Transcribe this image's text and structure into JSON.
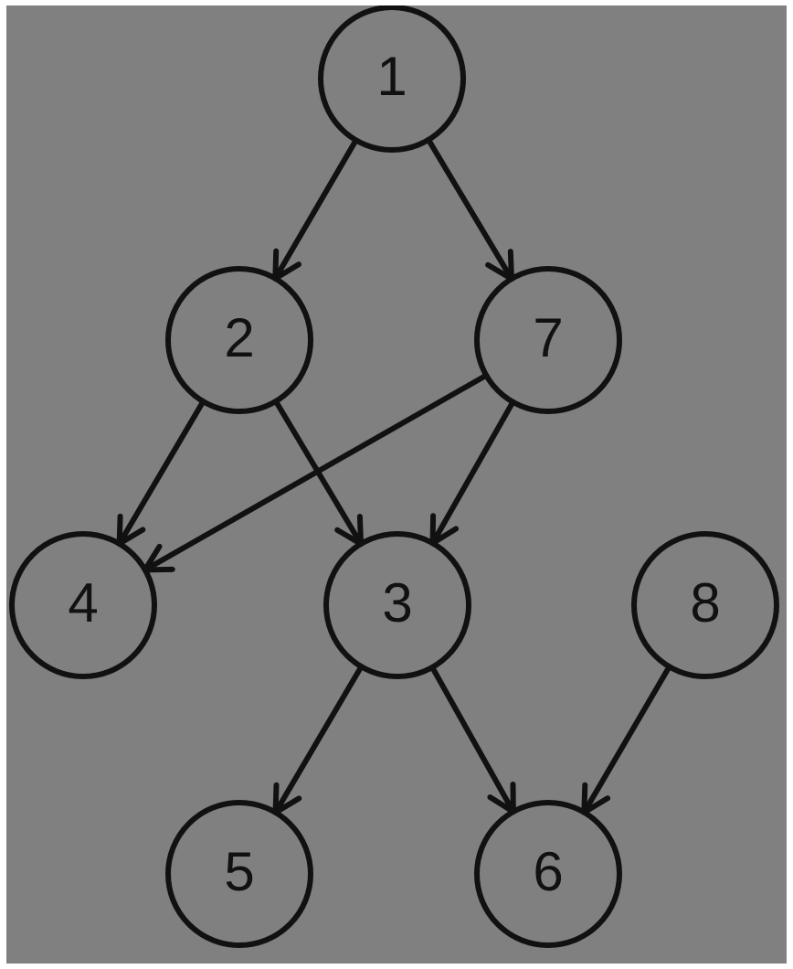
{
  "colors": {
    "background": "#808080",
    "stroke": "#111111",
    "label": "#111111"
  },
  "nodes": [
    {
      "id": "n1",
      "label": "1"
    },
    {
      "id": "n2",
      "label": "2"
    },
    {
      "id": "n7",
      "label": "7"
    },
    {
      "id": "n4",
      "label": "4"
    },
    {
      "id": "n3",
      "label": "3"
    },
    {
      "id": "n8",
      "label": "8"
    },
    {
      "id": "n5",
      "label": "5"
    },
    {
      "id": "n6",
      "label": "6"
    }
  ],
  "edges": [
    {
      "from": "1",
      "to": "2"
    },
    {
      "from": "1",
      "to": "7"
    },
    {
      "from": "2",
      "to": "4"
    },
    {
      "from": "2",
      "to": "3"
    },
    {
      "from": "7",
      "to": "4"
    },
    {
      "from": "7",
      "to": "3"
    },
    {
      "from": "3",
      "to": "5"
    },
    {
      "from": "3",
      "to": "6"
    },
    {
      "from": "8",
      "to": "6"
    }
  ]
}
